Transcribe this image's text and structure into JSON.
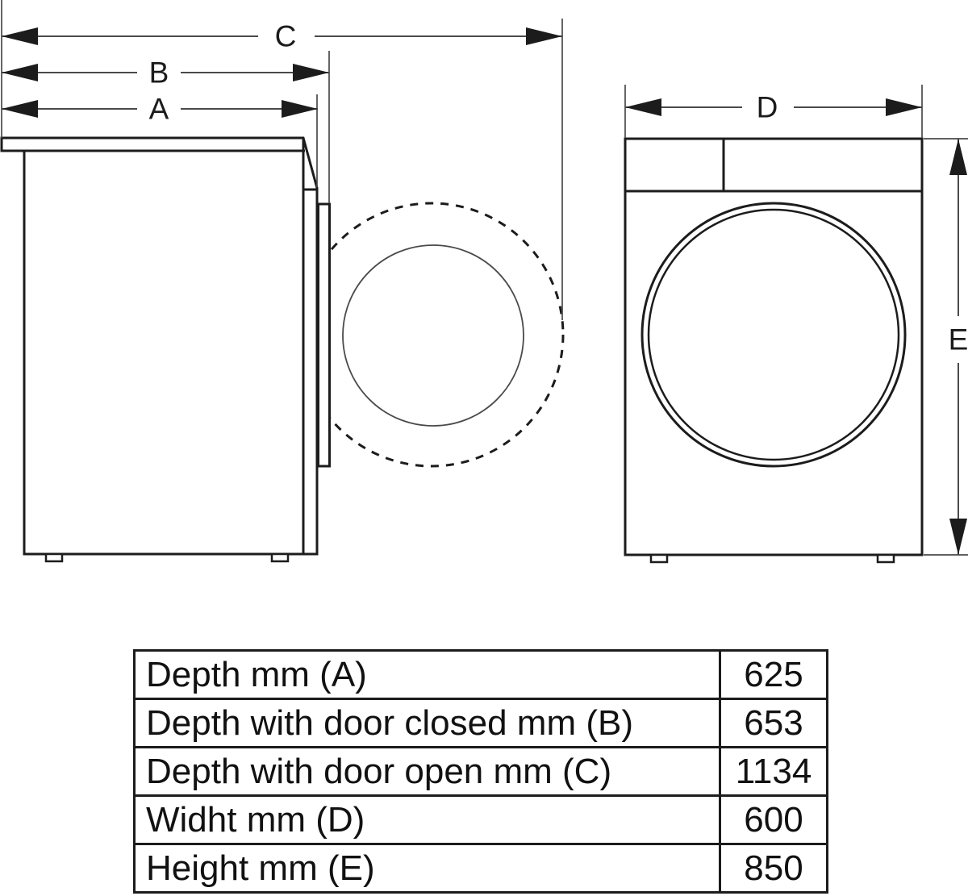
{
  "dimension_labels": {
    "a": "A",
    "b": "B",
    "c": "C",
    "d": "D",
    "e": "E"
  },
  "spec_table": {
    "rows": [
      {
        "label": "Depth mm (A)",
        "value": "625"
      },
      {
        "label": "Depth with door closed mm (B)",
        "value": "653"
      },
      {
        "label": "Depth with door open mm (C)",
        "value": "1134"
      },
      {
        "label": "Widht mm (D)",
        "value": "600"
      },
      {
        "label": "Height mm (E)",
        "value": "850"
      }
    ]
  },
  "colors": {
    "outline": "#1c1c1c",
    "dimension_line": "#4a4a4a",
    "background": "#ffffff"
  }
}
